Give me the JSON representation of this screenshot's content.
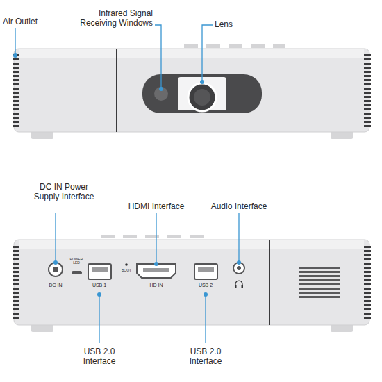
{
  "diagram": {
    "labels": [
      "Air Outlet",
      "Infrared Signal Receiving Windows",
      "Lens",
      "DC IN Power Supply Interface",
      "HDMI Interface",
      "Audio Interface",
      "POWER LED",
      "DC IN",
      "USB 1",
      "BOOT",
      "HD IN",
      "USB 2",
      "USB 2.0 Interface",
      "USB 2.0 Interface"
    ]
  }
}
